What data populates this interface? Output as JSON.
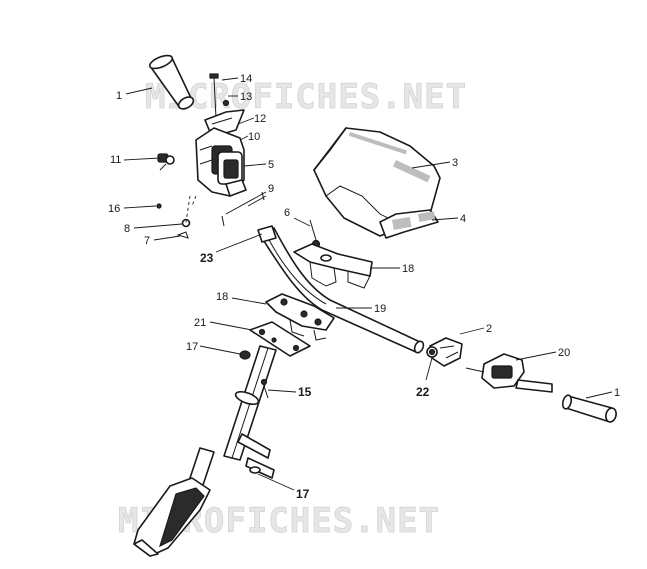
{
  "watermark": {
    "text": "MICROFICHES.NET"
  },
  "callouts": {
    "c1a": "1",
    "c14": "14",
    "c13": "13",
    "c12": "12",
    "c10": "10",
    "c11": "11",
    "c5": "5",
    "c9": "9",
    "c16": "16",
    "c8": "8",
    "c7": "7",
    "c23": "23",
    "c6": "6",
    "c3": "3",
    "c4": "4",
    "c18a": "18",
    "c18b": "18",
    "c19": "19",
    "c21": "21",
    "c2": "2",
    "c17a": "17",
    "c22": "22",
    "c20": "20",
    "c1b": "1",
    "c15": "15",
    "c17b": "17"
  }
}
